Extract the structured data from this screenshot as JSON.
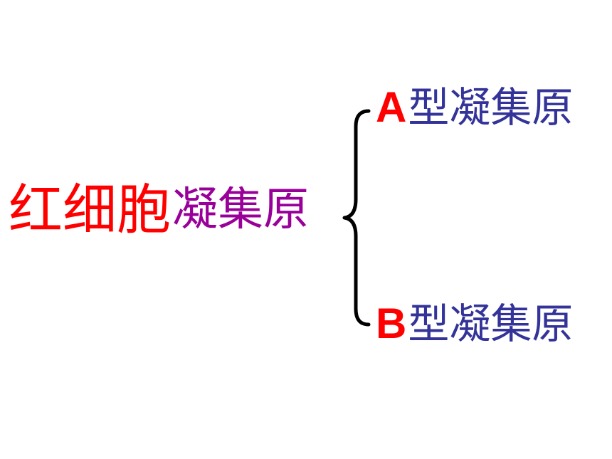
{
  "root": {
    "main": "红细胞",
    "suffix": "凝集原",
    "main_color": "#ff0000",
    "suffix_color": "#990099"
  },
  "branches": [
    {
      "letter": "A",
      "text": "型凝集原"
    },
    {
      "letter": "B",
      "text": "型凝集原"
    }
  ],
  "colors": {
    "branch_letter": "#ff0000",
    "branch_text": "#333399",
    "brace": "#000000"
  }
}
